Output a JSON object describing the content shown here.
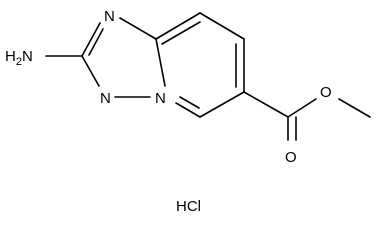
{
  "molecule": {
    "atom_labels": {
      "amine": "H2N",
      "ring_n_upper": "N",
      "ring_n_lower_left": "N",
      "ring_n_bridge": "N",
      "carbonyl_o": "O",
      "ester_o": "O"
    },
    "salt": "HCl"
  },
  "colors": {
    "stroke": "#000000",
    "background": "#ffffff"
  }
}
